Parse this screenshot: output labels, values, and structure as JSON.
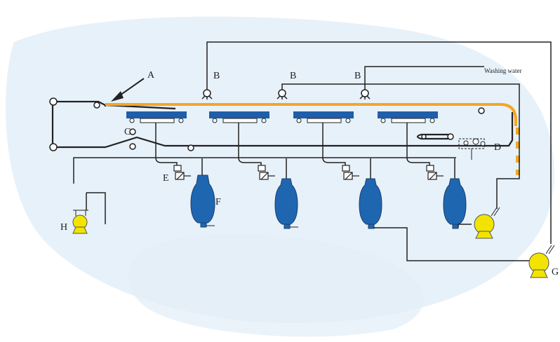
{
  "labels": {
    "a": "A",
    "b1": "B",
    "b2": "B",
    "b3": "B",
    "c": "C",
    "d": "D",
    "e": "E",
    "f": "F",
    "g": "G",
    "h": "H"
  },
  "washing_water_label": "Washing water",
  "colors": {
    "belt": "#f5a623",
    "vacuum_box": "#1f5ea8",
    "separator": "#1f66b0",
    "pump": "#f2e400",
    "line": "#222222",
    "background_blob": "#e3eef8"
  },
  "icons": {
    "pump": "pump-icon",
    "spray_nozzle": "spray-nozzle-icon",
    "valve": "valve-icon",
    "washer": "cloth-washer-icon"
  }
}
